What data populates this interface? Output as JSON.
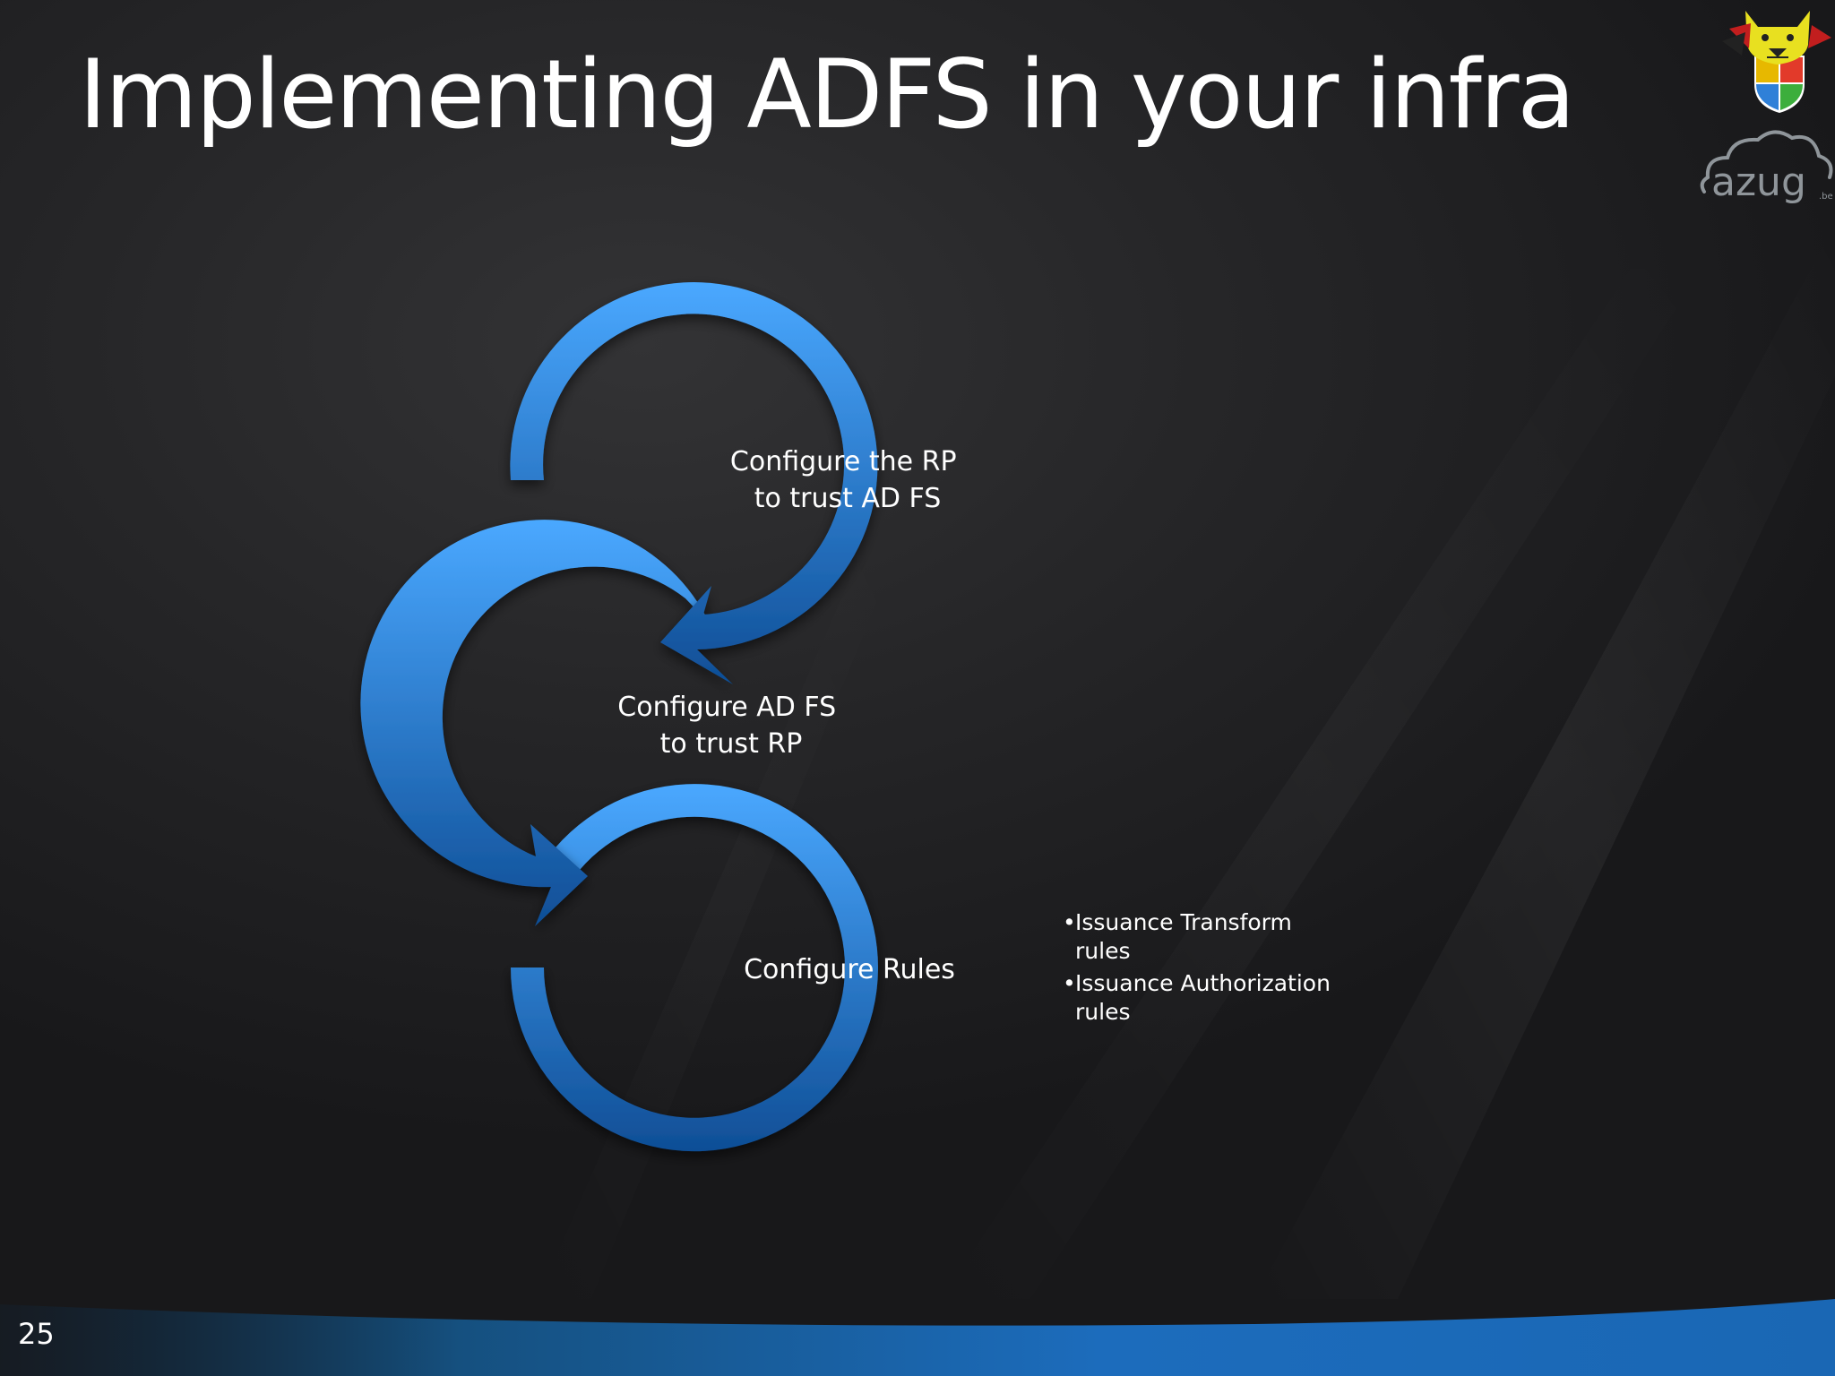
{
  "slide": {
    "title": "Implementing ADFS in your infra",
    "number": "25"
  },
  "cycle_steps": [
    {
      "line1": "Configure the RP",
      "line2": "to trust AD FS"
    },
    {
      "line1": "Configure AD FS",
      "line2": "to trust RP"
    },
    {
      "line1": "Configure Rules",
      "line2": ""
    }
  ],
  "rule_bullets": [
    {
      "line1": "Issuance Transform",
      "line2": "rules"
    },
    {
      "line1": "Issuance Authorization",
      "line2": "rules"
    }
  ],
  "logos": {
    "top_icon": "wolf-mascot-shield-icon",
    "bottom_icon": "azug-cloud-logo",
    "bottom_text": "azug"
  },
  "colors": {
    "background": "#1b1b1d",
    "arrow_light": "#4aa8ff",
    "arrow_dark": "#0f4e96",
    "footer_blue": "#1c6cbc",
    "text": "#ffffff"
  }
}
